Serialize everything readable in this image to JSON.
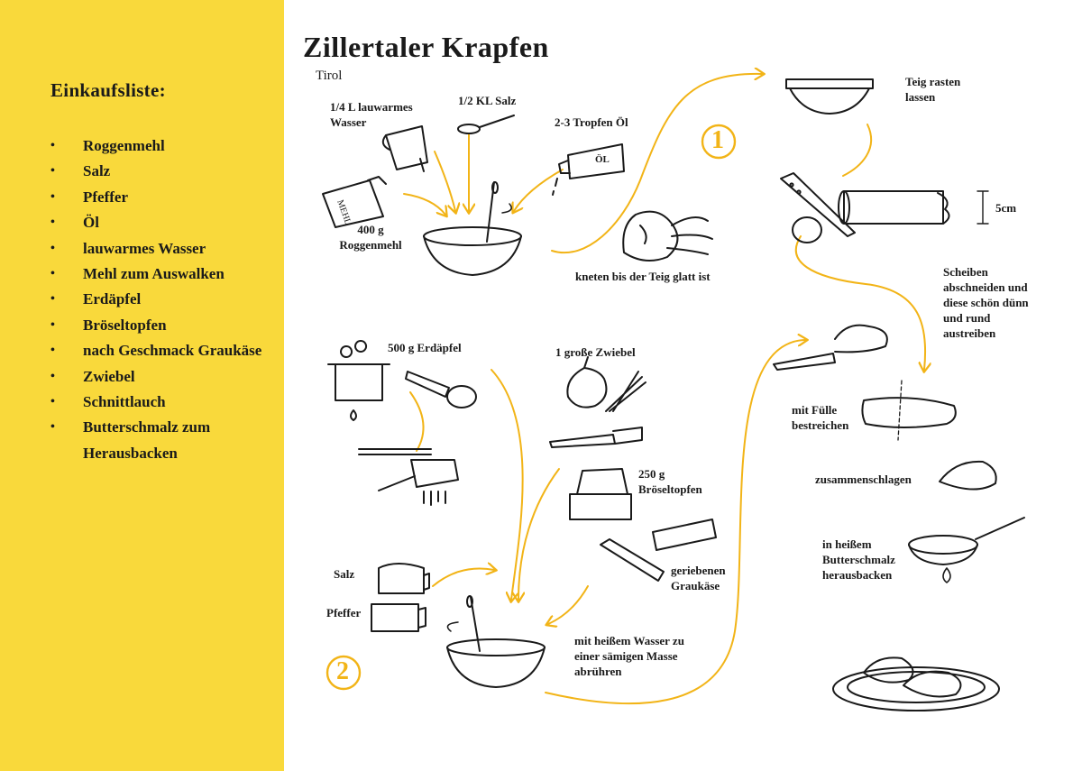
{
  "sidebar": {
    "title": "Einkaufsliste:",
    "bullet": "•",
    "items": [
      "Roggenmehl",
      "Salz",
      "Pfeffer",
      "Öl",
      "lauwarmes Wasser",
      "Mehl zum Auswalken",
      "Erdäpfel",
      "Bröseltopfen",
      "nach Geschmack Graukäse",
      "Zwiebel",
      "Schnittlauch",
      "Butterschmalz zum Herausbacken"
    ]
  },
  "recipe": {
    "title": "Zillertaler Krapfen",
    "region": "Tirol"
  },
  "steps": {
    "one": "1",
    "two": "2"
  },
  "dough": {
    "water": "1/4 L lauwarmes Wasser",
    "salt": "1/2 KL Salz",
    "oil": "2-3 Tropfen Öl",
    "oil_bottle": "ÖL",
    "flour_bag": "MEHL",
    "flour": "400 g Roggenmehl",
    "knead": "kneten bis der Teig glatt ist",
    "rest": "Teig rasten lassen",
    "length": "5cm",
    "slice": "Scheiben abschneiden und diese schön dünn und rund austreiben"
  },
  "filling": {
    "potatoes": "500 g Erdäpfel",
    "onion": "1 große Zwiebel",
    "topfen": "250 g Bröseltopfen",
    "graukaese": "geriebenen Graukäse",
    "salz": "Salz",
    "pfeffer": "Pfeffer",
    "mix": "mit heißem Wasser zu einer sämigen Masse abrühren"
  },
  "finish": {
    "spread": "mit Fülle bestreichen",
    "fold": "zusammenschlagen",
    "fry": "in heißem Butterschmalz herausbacken"
  },
  "colors": {
    "accent": "#f9d93b",
    "arrow": "#f2b417",
    "ink": "#1a1a1a"
  }
}
